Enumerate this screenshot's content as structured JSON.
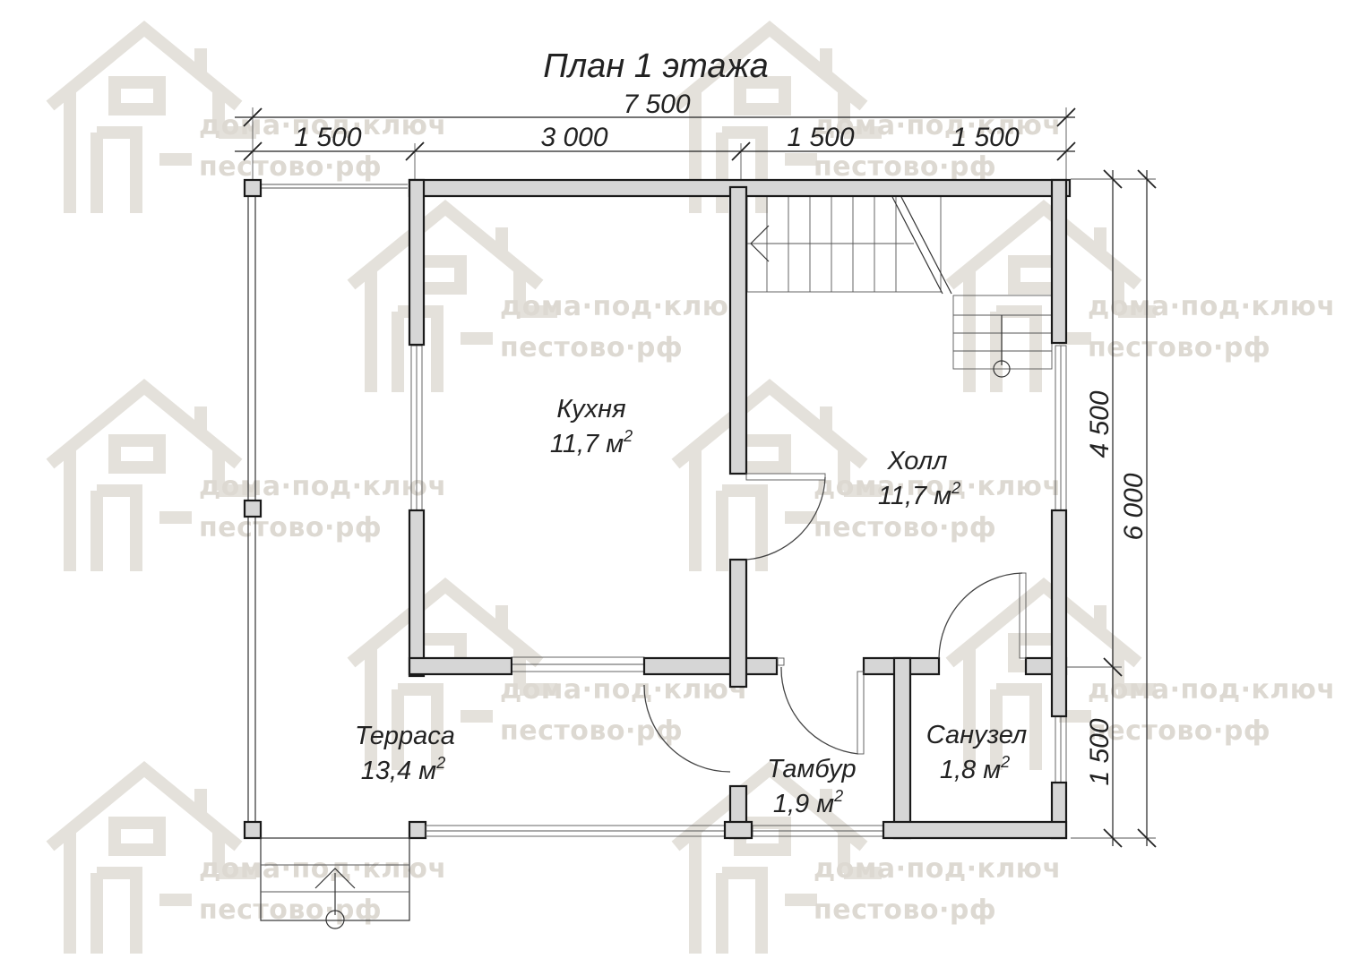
{
  "title": "План 1 этажа",
  "watermark": {
    "line1": "дома·под·ключ",
    "line2": "пестово·рф",
    "icon": "house-logo-icon"
  },
  "dimensions": {
    "total_width": "7 500",
    "segments_top": [
      "1 500",
      "3 000",
      "1 500",
      "1 500"
    ],
    "right_inner_upper": "4 500",
    "right_inner_lower": "1 500",
    "right_total": "6 000"
  },
  "rooms": [
    {
      "id": "kitchen",
      "name": "Кухня",
      "area": "11,7 м",
      "sup": "2"
    },
    {
      "id": "hall",
      "name": "Холл",
      "area": "11,7 м",
      "sup": "2"
    },
    {
      "id": "terrace",
      "name": "Терраса",
      "area": "13,4 м",
      "sup": "2"
    },
    {
      "id": "vestibule",
      "name": "Тамбур",
      "area": "1,9 м",
      "sup": "2"
    },
    {
      "id": "bathroom",
      "name": "Санузел",
      "area": "1,8 м",
      "sup": "2"
    }
  ]
}
